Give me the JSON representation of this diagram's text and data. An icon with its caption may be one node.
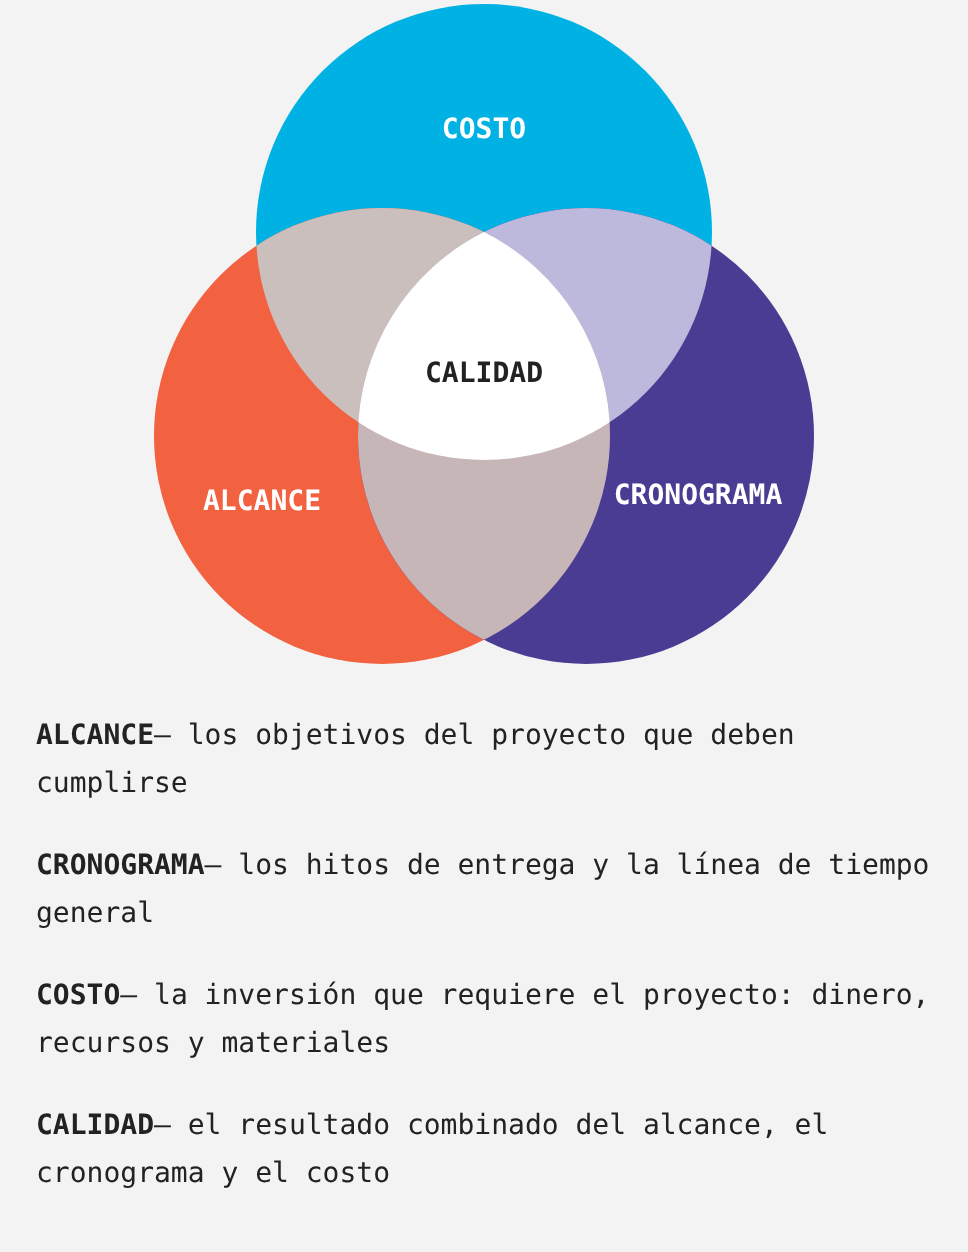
{
  "diagram": {
    "nodes": [
      {
        "text": [
          "COSTO"
        ]
      },
      {
        "text": [
          "ALCANCE"
        ]
      },
      {
        "text": [
          "CRONOGRAMA"
        ]
      },
      {
        "text": [
          "CALIDAD"
        ]
      }
    ],
    "edges": [],
    "labels": [
      "**ALCANCE**— los objetivos del proyecto que deben cumplirse",
      "**CRONOGRAMA**— los hitos de entrega y la línea de tiempo general",
      "**COSTO**— la inversión que requiere el proyecto: dinero, recursos y materiales",
      "**CALIDAD**— el resultado combinado del alcance, el cronograma y el costo"
    ]
  }
}
